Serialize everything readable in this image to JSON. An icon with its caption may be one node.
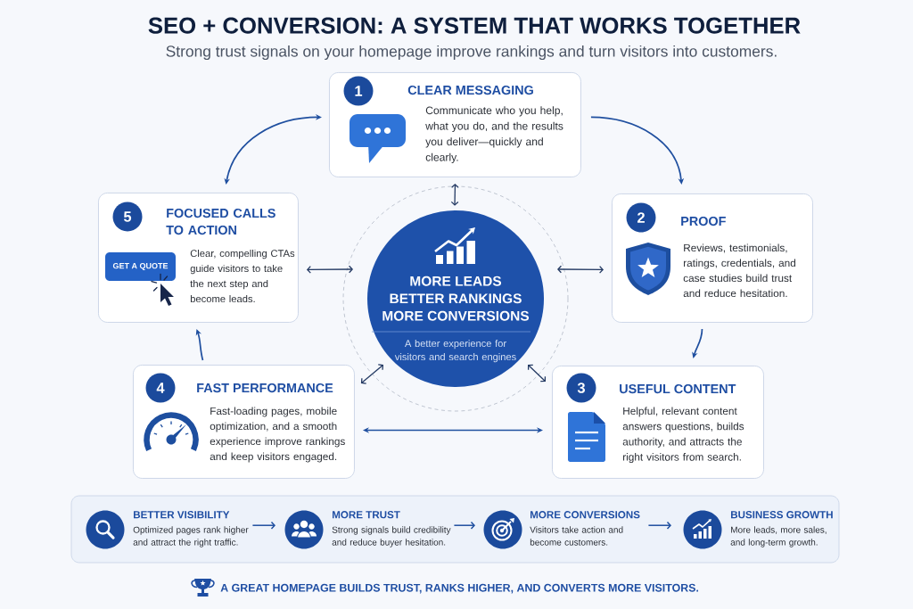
{
  "diagram": {
    "title": "SEO + CONVERSION: A SYSTEM THAT WORKS TOGETHER",
    "nodes": [
      {
        "text": [
          "CLEAR MESSAGING",
          "Communicate who you help, what you do, and the results you deliver—quickly and clearly."
        ]
      },
      {
        "text": [
          "1"
        ],
        "in": 0
      },
      {
        "text": [
          "PROOF",
          "Reviews, testimonials, ratings, credentials, and case studies build trust and reduce hesitation."
        ]
      },
      {
        "text": [
          "2"
        ],
        "in": 2
      },
      {
        "text": [
          "USEFUL CONTENT",
          "Helpful, relevant content answers questions, builds authority, and attracts the right visitors from search."
        ]
      },
      {
        "text": [
          "3"
        ],
        "in": 4
      },
      {
        "text": [
          "FAST PERFORMANCE",
          "Fast-loading pages, mobile optimization, and a smooth experience improve rankings and keep visitors engaged."
        ]
      },
      {
        "text": [
          "4"
        ],
        "in": 6
      },
      {
        "text": [
          "FOCUSED CALLS TO ACTION",
          "Clear, compelling CTAs guide visitors to take the next step and become leads."
        ]
      },
      {
        "text": [
          "5"
        ],
        "in": 8
      },
      {
        "text": [
          "GET A QUOTE"
        ],
        "in": 8
      },
      {
        "text": [
          "MORE LEADS",
          "BETTER RANKINGS",
          "MORE CONVERSIONS",
          "A better experience for visitors and search engines"
        ]
      },
      {
        "text": [],
        "shape": "box"
      },
      {
        "text": [
          "BETTER VISIBILITY",
          "Optimized pages rank higher and attract the right traffic."
        ],
        "in": 12
      },
      {
        "text": [
          "MORE TRUST",
          "Strong signals build credibility and reduce buyer hesitation."
        ],
        "in": 12
      },
      {
        "text": [
          "MORE CONVERSIONS",
          "Visitors take action and become customers."
        ],
        "in": 12
      },
      {
        "text": [
          "BUSINESS GROWTH",
          "More leads, more sales, and long-term growth."
        ],
        "in": 12
      }
    ],
    "edges": [
      {
        "from": 8,
        "to": 0,
        "arrow": "both"
      },
      {
        "from": 0,
        "to": 2,
        "arrow": "to"
      },
      {
        "from": 2,
        "to": 4,
        "arrow": "to"
      },
      {
        "from": 4,
        "to": 6,
        "arrow": "both"
      },
      {
        "from": 6,
        "to": 8,
        "arrow": "to"
      },
      {
        "from": 11,
        "to": 0,
        "arrow": "both",
        "color": "#243a63"
      },
      {
        "from": 11,
        "to": 8,
        "arrow": "both",
        "color": "#243a63"
      },
      {
        "from": 11,
        "to": 2,
        "arrow": "both",
        "color": "#243a63"
      },
      {
        "from": 11,
        "to": 6,
        "arrow": "both",
        "color": "#243a63"
      },
      {
        "from": 11,
        "to": 4,
        "arrow": "both",
        "color": "#243a63"
      },
      {
        "from": 13,
        "to": 14,
        "arrow": "to"
      },
      {
        "from": 14,
        "to": 15,
        "arrow": "to"
      },
      {
        "from": 15,
        "to": 16,
        "arrow": "to"
      }
    ],
    "labels": [
      "Strong trust signals on your homepage improve rankings and turn visitors into customers."
    ],
    "caption": "A GREAT HOMEPAGE BUILDS TRUST, RANKS HIGHER, AND CONVERTS MORE VISITORS."
  }
}
